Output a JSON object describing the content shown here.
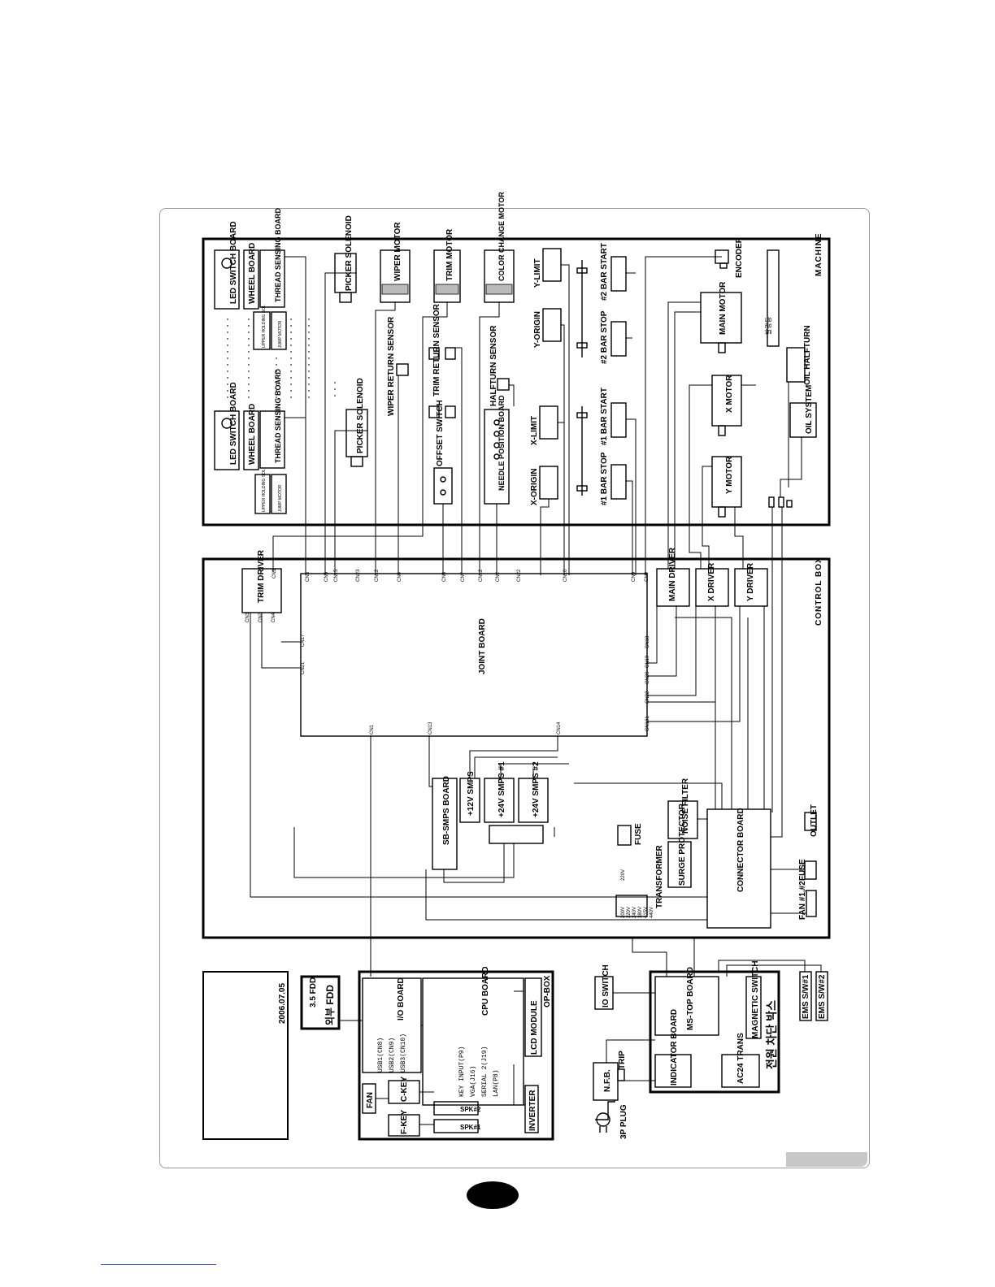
{
  "date": "2006.07.05",
  "sections": {
    "machine": "MACHINE",
    "control_box": "CONTROL BOX",
    "op_box": "OP-BOX",
    "power_box": "전원 차단 박스"
  },
  "machine": {
    "led_switch_board": "LED SWITCH BOARD",
    "wheel_board": "WHEEL BOARD",
    "thread_sensing_board": "THREAD SENSING BOARD",
    "upper_holding": "UPPER HOLDING SOL",
    "jump_motor": "JUMP MOTOR",
    "picker_solenoid": "PICKER SOLENOID",
    "wiper_motor": "WIPER MOTOR",
    "wiper_return_sensor": "WIPER RETURN SENSOR",
    "trim_motor": "TRIM MOTOR",
    "trim_return_sensor": "TRIM RETURN SENSOR",
    "offset_switch": "OFFSET SWITCH",
    "color_change_motor": "COLOR CHANGE MOTOR",
    "halfturn_sensor": "HALFTURN SENSOR",
    "needle_position_board": "NEEDLE POSITION BOARD",
    "x_origin": "X-ORIGIN",
    "x_limit": "X-LIMIT",
    "y_origin": "Y-ORIGIN",
    "y_limit": "Y-LIMIT",
    "bar_stop_1": "#1 BAR STOP",
    "bar_start_1": "#1 BAR START",
    "bar_stop_2": "#2 BAR STOP",
    "bar_start_2": "#2 BAR START",
    "main_motor": "MAIN MOTOR",
    "x_motor": "X MOTOR",
    "y_motor": "Y MOTOR",
    "encoder": "ENCODER",
    "oil_system": "OIL SYSTEM",
    "oil_halfturn": "OIL HALFTURN",
    "heater_label": "발광등"
  },
  "control_box": {
    "trim_driver": "TRIM DRIVER",
    "joint_board": "JOINT BOARD",
    "main_driver": "MAIN DRIVER",
    "x_driver": "X DRIVER",
    "y_driver": "Y DRIVER",
    "sb_smps_board": "SB-SMPS BOARD",
    "smps_12v": "+12V SMPS",
    "smps_24v_1": "+24V SMPS #1",
    "smps_24v_2": "+24V SMPS #2",
    "noise_filter": "NOISE FILTER",
    "fuse": "FUSE",
    "surge_protector": "SURGE PROTECTOR",
    "transformer": "TRANSFORMER",
    "connector_board": "CONNECTOR BOARD",
    "outlet": "OUTLET",
    "fuse2": "FUSE",
    "fan12": "FAN #1,#2",
    "v220": "220V",
    "taps": [
      "200V",
      "220V",
      "240V",
      "380V",
      "415V",
      "440V"
    ]
  },
  "joint_connectors_top": [
    "CN3",
    "CN5",
    "CN15",
    "CN23",
    "CN12",
    "CN4",
    "CN8",
    "CN7",
    "CN12",
    "CN2",
    "CN22",
    "CN10",
    "CN6",
    "CN9"
  ],
  "joint_connectors_side": [
    "CN17",
    "CN21",
    "CN18",
    "CN19",
    "CN20",
    "CN22",
    "CN101"
  ],
  "joint_connectors_bottom": [
    "CN1",
    "CN13",
    "CN14"
  ],
  "trim_connectors": [
    "CN1",
    "CN3",
    "CN2",
    "CN4"
  ],
  "op_box": {
    "fdd": "3.5 FDD",
    "fdd_caption": "외부 FDD",
    "io_board": "I/O BOARD",
    "cpu_board": "CPU BOARD",
    "lcd_module": "LCD MODULE",
    "inverter": "INVERTER",
    "fan": "FAN",
    "c_key": "C-KEY",
    "f_key": "F-KEY",
    "spk1": "SPK#1",
    "spk2": "SPK#2",
    "io_items": [
      "USB1(CN8)",
      "USB2(CN9)",
      "USB3(CN10)"
    ],
    "cpu_items": [
      "KEY INPUT(P9)",
      "VGA(J16)",
      "SERIAL 2(J19)",
      "LAN(P8)"
    ]
  },
  "power_box": {
    "io_switch": "IO SWITCH",
    "nfb": "N.F.B.",
    "trip": "TRIP",
    "plug": "3P PLUG",
    "ms_top": "MS-TOP BOARD",
    "magnetic_switch": "MAGNETIC SWITCH",
    "indicator_board": "INDICATOR BOARD",
    "ac24_trans": "AC24 TRANS",
    "ems1": "EMS S/W#1",
    "ems2": "EMS S/W#2"
  }
}
